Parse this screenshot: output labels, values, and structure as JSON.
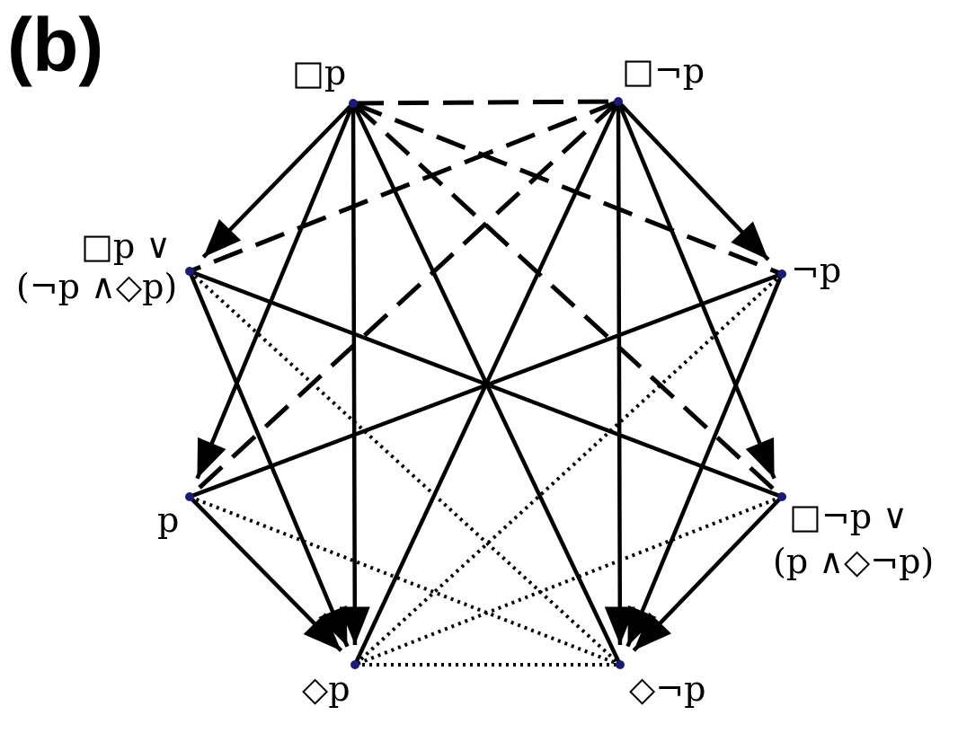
{
  "panel_label": "(b)",
  "nodes": {
    "box_p": {
      "label": "□p"
    },
    "box_not_p": {
      "label": "□¬p"
    },
    "left_upper": {
      "label_line1": "□p ∨",
      "label_line2": "(¬p ∧◇p)"
    },
    "not_p": {
      "label": "¬p"
    },
    "p": {
      "label": "p"
    },
    "right_lower": {
      "label_line1": "□¬p ∨",
      "label_line2": "(p ∧◇¬p)"
    },
    "dia_p": {
      "label": "◇p"
    },
    "dia_not_p": {
      "label": "◇¬p"
    }
  },
  "edges": [
    {
      "from": "box_p",
      "to": "box_not_p",
      "style": "dashed",
      "arrow": false
    },
    {
      "from": "box_p",
      "to": "not_p",
      "style": "dashed",
      "arrow": false
    },
    {
      "from": "box_p",
      "to": "right_lower",
      "style": "dashed",
      "arrow": false
    },
    {
      "from": "box_not_p",
      "to": "left_upper",
      "style": "dashed",
      "arrow": false
    },
    {
      "from": "box_not_p",
      "to": "p",
      "style": "dashed",
      "arrow": false
    },
    {
      "from": "box_p",
      "to": "left_upper",
      "style": "solid",
      "arrow": true
    },
    {
      "from": "box_p",
      "to": "p",
      "style": "solid",
      "arrow": true
    },
    {
      "from": "box_p",
      "to": "dia_p",
      "style": "solid",
      "arrow": true
    },
    {
      "from": "box_p",
      "to": "dia_not_p",
      "style": "solid",
      "arrow": false
    },
    {
      "from": "box_not_p",
      "to": "not_p",
      "style": "solid",
      "arrow": true
    },
    {
      "from": "box_not_p",
      "to": "right_lower",
      "style": "solid",
      "arrow": true
    },
    {
      "from": "box_not_p",
      "to": "dia_not_p",
      "style": "solid",
      "arrow": true
    },
    {
      "from": "box_not_p",
      "to": "dia_p",
      "style": "solid",
      "arrow": false
    },
    {
      "from": "left_upper",
      "to": "dia_p",
      "style": "solid",
      "arrow": true
    },
    {
      "from": "left_upper",
      "to": "right_lower",
      "style": "solid",
      "arrow": false
    },
    {
      "from": "not_p",
      "to": "p",
      "style": "solid",
      "arrow": false
    },
    {
      "from": "not_p",
      "to": "dia_not_p",
      "style": "solid",
      "arrow": true
    },
    {
      "from": "p",
      "to": "dia_p",
      "style": "solid",
      "arrow": true
    },
    {
      "from": "right_lower",
      "to": "dia_not_p",
      "style": "solid",
      "arrow": true
    },
    {
      "from": "left_upper",
      "to": "dia_not_p",
      "style": "dotted",
      "arrow": false
    },
    {
      "from": "not_p",
      "to": "dia_p",
      "style": "dotted",
      "arrow": false
    },
    {
      "from": "p",
      "to": "dia_not_p",
      "style": "dotted",
      "arrow": false
    },
    {
      "from": "right_lower",
      "to": "dia_p",
      "style": "dotted",
      "arrow": false
    },
    {
      "from": "dia_p",
      "to": "dia_not_p",
      "style": "dotted",
      "arrow": false
    }
  ],
  "colors": {
    "line": "#000000",
    "node_dot": "#1a1a7a"
  }
}
